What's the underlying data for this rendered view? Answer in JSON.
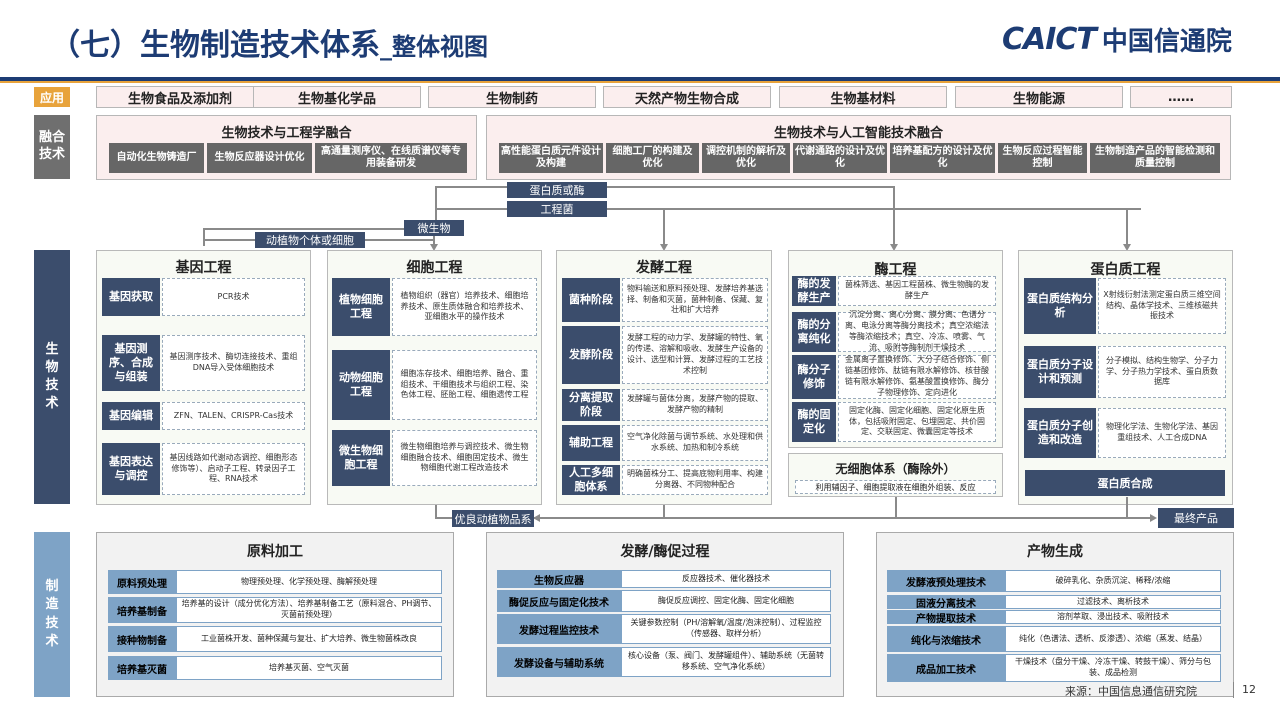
{
  "header": {
    "title_main": "（七）生物制造技术体系",
    "title_sub": "_整体视图",
    "logo_en": "CAICT",
    "logo_cn": "中国信通院"
  },
  "side": {
    "app": "应用",
    "fusion": "融合技术",
    "bio": "生物技术",
    "mfg": "制造技术"
  },
  "apps": [
    "生物食品及添加剂",
    "生物基化学品",
    "生物制药",
    "天然产物生物合成",
    "生物基材料",
    "生物能源",
    "……"
  ],
  "fusion": {
    "left_title": "生物技术与工程学融合",
    "left_items": [
      "自动化生物铸造厂",
      "生物反应器设计优化",
      "高通量测序仪、在线质谱仪等专用装备研发"
    ],
    "right_title": "生物技术与人工智能技术融合",
    "right_items": [
      "高性能蛋白质元件设计及构建",
      "细胞工厂的构建及优化",
      "调控机制的解析及优化",
      "代谢通路的设计及优化",
      "培养基配方的设计及优化",
      "生物反应过程智能控制",
      "生物制造产品的智能检测和质量控制"
    ]
  },
  "flow": {
    "protein_or_enzyme": "蛋白质或酶",
    "eng_bacteria": "工程菌",
    "microbe": "微生物",
    "animal_plant": "动植物个体或细胞",
    "improved": "优良动植物品系",
    "final": "最终产品"
  },
  "gene": {
    "title": "基因工程",
    "rows": [
      {
        "label": "基因获取",
        "text": "PCR技术"
      },
      {
        "label": "基因测序、合成与组装",
        "text": "基因测序技术、酶切连接技术、重组DNA导入受体细胞技术"
      },
      {
        "label": "基因编辑",
        "text": "ZFN、TALEN、CRISPR-Cas技术"
      },
      {
        "label": "基因表达与调控",
        "text": "基因线路如代谢动态调控、细胞形态修饰等）、启动子工程、转录因子工程、RNA技术"
      }
    ]
  },
  "cell": {
    "title": "细胞工程",
    "rows": [
      {
        "label": "植物细胞工程",
        "text": "植物组织（器官）培养技术、细胞培养技术、原生质体融合和培养技术、亚细胞水平的操作技术"
      },
      {
        "label": "动物细胞工程",
        "text": "细胞冻存技术、细胞培养、融合、重组技术、干细胞技术与组织工程、染色体工程、胚胎工程、细胞遗传工程"
      },
      {
        "label": "微生物细胞工程",
        "text": "微生物细胞培养与调控技术、微生物细胞融合技术、细胞固定技术、微生物细胞代谢工程改造技术"
      }
    ]
  },
  "ferment": {
    "title": "发酵工程",
    "rows": [
      {
        "label": "菌种阶段",
        "text": "物料输送和原料预处理、发酵培养基选择、制备和灭菌，菌种制备、保藏、复壮和扩大培养"
      },
      {
        "label": "发酵阶段",
        "text": "发酵工程的动力学、发酵罐的特性、氧的传递、溶解和吸收、发酵生产设备的设计、选型和计算、发酵过程的工艺技术控制"
      },
      {
        "label": "分离提取阶段",
        "text": "发酵罐与菌体分离，发酵产物的提取、发酵产物的精制"
      },
      {
        "label": "辅助工程",
        "text": "空气净化除菌与调节系统、水处理和供水系统、加热和制冷系统"
      },
      {
        "label": "人工多细胞体系",
        "text": "明确菌株分工、提高底物利用率、构建分离器、不同物种配合"
      }
    ]
  },
  "enzyme": {
    "title": "酶工程",
    "rows": [
      {
        "label": "酶的发酵生产",
        "text": "菌株筛选、基因工程菌株、微生物酶的发酵生产"
      },
      {
        "label": "酶的分离纯化",
        "text": "沉淀分离、离心分离、膜分离、色谱分离、电泳分离等酶分离技术；真空浓缩法等酶浓缩技术；真空、冷冻、喷雾、气流、吸附等酶制剂干燥技术"
      },
      {
        "label": "酶分子修饰",
        "text": "金属离子置换修饰、大分子结合修饰、侧链基团修饰、肽链有限水解修饰、核苷酸链有限水解修饰、氨基酸置换修饰、酶分子物理修饰、定向进化"
      },
      {
        "label": "酶的固定化",
        "text": "固定化酶、固定化细胞、固定化原生质体，包括吸附固定、包埋固定、共价固定、交联固定、微囊固定等技术"
      }
    ],
    "cellfree_title": "无细胞体系（酶除外）",
    "cellfree_text": "利用辅因子、细胞提取液在细胞外组装、反应"
  },
  "protein": {
    "title": "蛋白质工程",
    "rows": [
      {
        "label": "蛋白质结构分析",
        "text": "X射线衍射法测定蛋白质三维空间结构、晶体学技术、三维核磁共振技术"
      },
      {
        "label": "蛋白质分子设计和预测",
        "text": "分子模拟、结构生物学、分子力学、分子热力学技术、蛋白质数据库"
      },
      {
        "label": "蛋白质分子创造和改造",
        "text": "物理化学法、生物化学法、基因重组技术、人工合成DNA"
      }
    ],
    "synth": "蛋白质合成"
  },
  "raw": {
    "title": "原料加工",
    "rows": [
      {
        "label": "原料预处理",
        "text": "物理预处理、化学预处理、酶解预处理"
      },
      {
        "label": "培养基制备",
        "text": "培养基的设计（成分优化方法）、培养基制备工艺（原料混合、PH调节、灭菌前预处理）"
      },
      {
        "label": "接种物制备",
        "text": "工业菌株开发、菌种保藏与复壮、扩大培养、微生物菌株改良"
      },
      {
        "label": "培养基灭菌",
        "text": "培养基灭菌、空气灭菌"
      }
    ]
  },
  "proc": {
    "title": "发酵/酶促过程",
    "rows": [
      {
        "label": "生物反应器",
        "text": "反应器技术、催化器技术"
      },
      {
        "label": "酶促反应与固定化技术",
        "text": "酶促反应调控、固定化酶、固定化细胞"
      },
      {
        "label": "发酵过程监控技术",
        "text": "关键参数控制（PH/溶解氧/温度/泡沫控制）、过程监控（传感器、取样分析）"
      },
      {
        "label": "发酵设备与辅助系统",
        "text": "核心设备（泵、阀门、发酵罐组件）、辅助系统（无菌转移系统、空气净化系统）"
      }
    ]
  },
  "prod": {
    "title": "产物生成",
    "rows": [
      {
        "label": "发酵液预处理技术",
        "text": "破碎乳化、杂质沉淀、稀释/浓缩"
      },
      {
        "label": "固液分离技术",
        "text": "过滤技术、离析技术"
      },
      {
        "label": "产物提取技术",
        "text": "溶剂萃取、浸出技术、吸附技术"
      },
      {
        "label": "纯化与浓缩技术",
        "text": "纯化（色谱法、透析、反渗透）、浓缩（蒸发、结晶）"
      },
      {
        "label": "成品加工技术",
        "text": "干燥技术（盘分干燥、冷冻干燥、转鼓干燥）、筛分与包装、成品检测"
      }
    ]
  },
  "footer": {
    "source": "来源：中国信息通信研究院",
    "page": "12"
  }
}
